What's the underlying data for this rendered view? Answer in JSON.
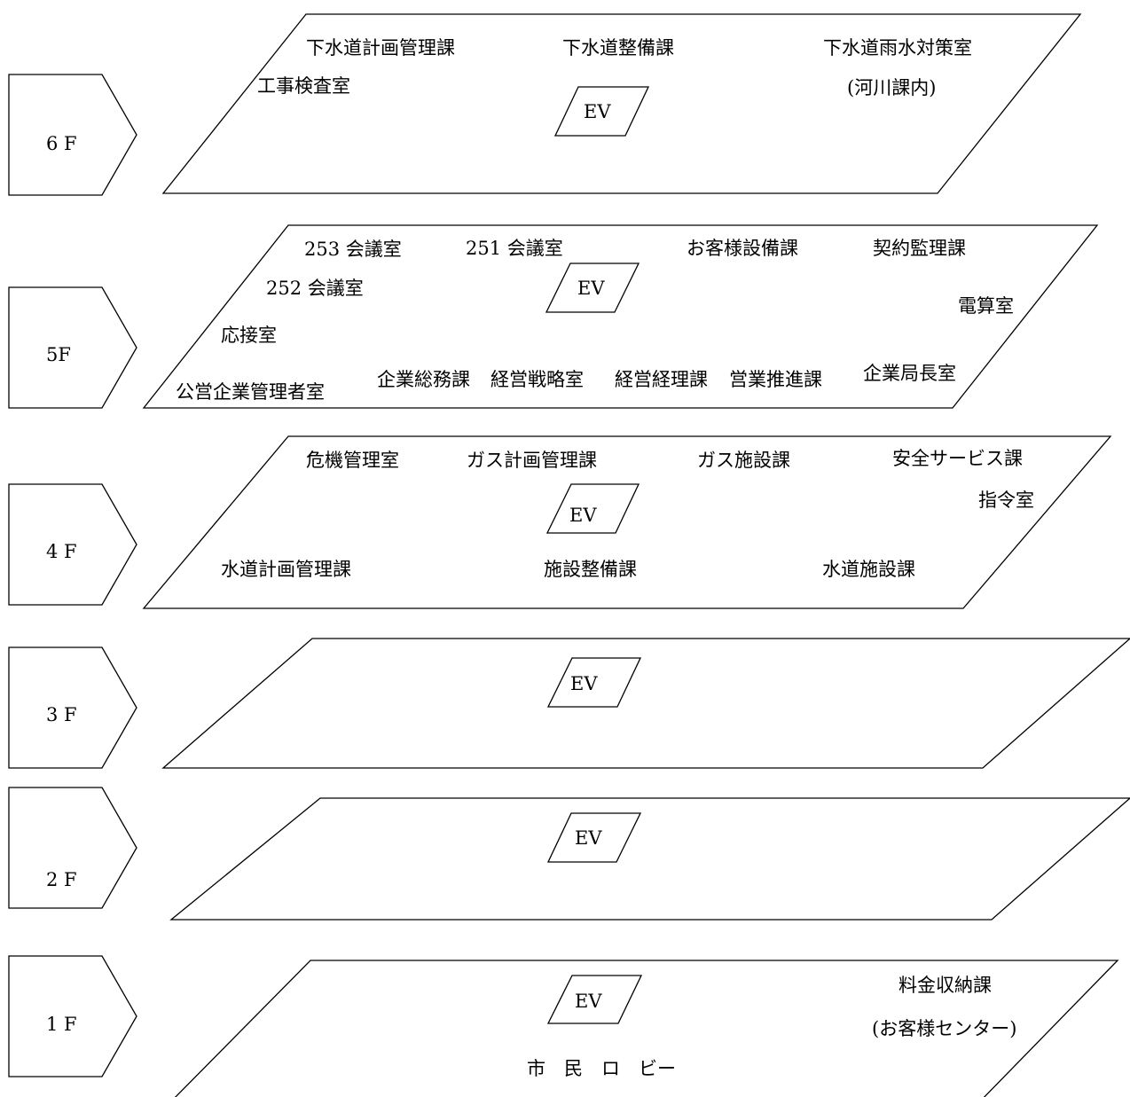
{
  "floors": [
    {
      "label": "6 F",
      "elevator": "EV",
      "rooms": [
        "下水道計画管理課",
        "下水道整備課",
        "下水道雨水対策室",
        "工事検査室",
        "(河川課内)"
      ]
    },
    {
      "label": "5F",
      "elevator": "EV",
      "rooms": [
        "253 会議室",
        "251 会議室",
        "お客様設備課",
        "契約監理課",
        "252 会議室",
        "電算室",
        "応接室",
        "企業総務課",
        "経営戦略室",
        "経営経理課",
        "営業推進課",
        "企業局長室",
        "公営企業管理者室"
      ]
    },
    {
      "label": "4 F",
      "elevator": "EV",
      "rooms": [
        "危機管理室",
        "ガス計画管理課",
        "ガス施設課",
        "安全サービス課",
        "指令室",
        "水道計画管理課",
        "施設整備課",
        "水道施設課"
      ]
    },
    {
      "label": "3 F",
      "elevator": "EV",
      "rooms": []
    },
    {
      "label": "2 F",
      "elevator": "EV",
      "rooms": []
    },
    {
      "label": "1 F",
      "elevator": "EV",
      "rooms": [
        "料金収納課",
        "(お客様センター)",
        "市　民　ロ　ビー"
      ]
    }
  ]
}
